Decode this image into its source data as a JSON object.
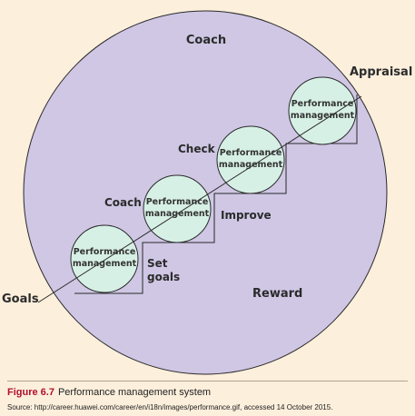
{
  "diagram": {
    "labels": {
      "top_coach": "Coach",
      "appraisal": "Appraisal",
      "check": "Check",
      "coach": "Coach",
      "improve": "Improve",
      "set_goals_line1": "Set",
      "set_goals_line2": "goals",
      "reward": "Reward",
      "goals": "Goals"
    },
    "steps": [
      {
        "line1": "Performance",
        "line2": "management"
      },
      {
        "line1": "Performance",
        "line2": "management"
      },
      {
        "line1": "Performance",
        "line2": "management"
      },
      {
        "line1": "Performance",
        "line2": "management"
      }
    ],
    "colors": {
      "big_circle": "#cfc7e4",
      "step_circle": "#d7f0e6",
      "background": "#fcefdc",
      "figure_number": "#b0102b"
    }
  },
  "caption": {
    "figure_number": "Figure 6.7",
    "title": "Performance management system",
    "source": "Source: http://career.huawei.com/career/en/i18n/images/performance.gif, accessed 14 October 2015."
  }
}
